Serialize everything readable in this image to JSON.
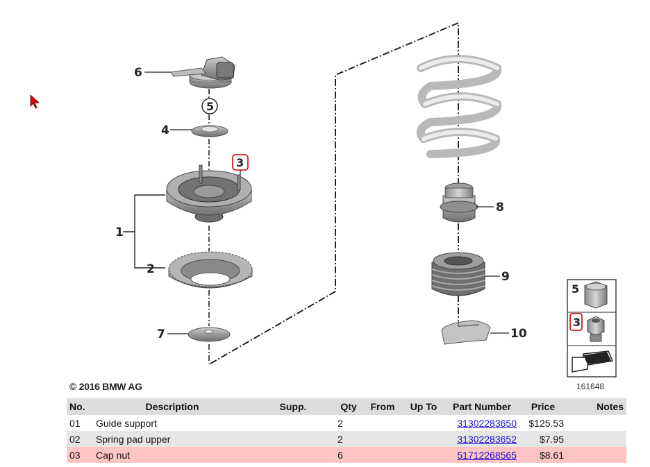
{
  "diagram": {
    "callouts": [
      "1",
      "2",
      "3",
      "4",
      "5",
      "6",
      "7",
      "8",
      "9",
      "10"
    ],
    "legend_callouts": [
      "5",
      "3"
    ],
    "highlighted_callout": "3",
    "copyright": "© 2016 BMW AG",
    "diagram_number": "161648",
    "colors": {
      "highlight": "#cc0000",
      "selected_row": "#ffc4c4",
      "header_row": "#dcdcdc",
      "link": "#1a0dcc"
    }
  },
  "table": {
    "headers": {
      "no": "No.",
      "description": "Description",
      "supp": "Supp.",
      "qty": "Qty",
      "from": "From",
      "up_to": "Up To",
      "part_number": "Part Number",
      "price": "Price",
      "notes": "Notes"
    },
    "rows": [
      {
        "no": "01",
        "description": "Guide support",
        "supp": "",
        "qty": "2",
        "from": "",
        "up_to": "",
        "part_number": "31302283650",
        "price": "$125.53",
        "notes": ""
      },
      {
        "no": "02",
        "description": "Spring pad upper",
        "supp": "",
        "qty": "2",
        "from": "",
        "up_to": "",
        "part_number": "31302283652",
        "price": "$7.95",
        "notes": ""
      },
      {
        "no": "03",
        "description": "Cap nut",
        "supp": "",
        "qty": "6",
        "from": "",
        "up_to": "",
        "part_number": "51712268565",
        "price": "$8.61",
        "notes": ""
      }
    ]
  },
  "cursor": {
    "icon": "mouse-pointer-icon"
  }
}
